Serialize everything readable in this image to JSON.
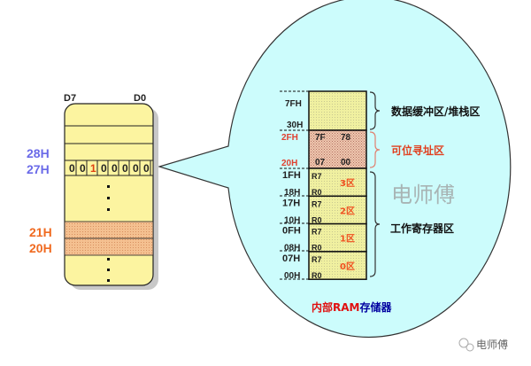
{
  "left_box": {
    "bit_high": "D7",
    "bit_low": "D0",
    "addr_28": "28H",
    "addr_27": "27H",
    "addr_21": "21H",
    "addr_20": "20H",
    "bits": [
      "0",
      "0",
      "1",
      "0",
      "0",
      "0",
      "0",
      "0"
    ],
    "dots": "⋮"
  },
  "ram": {
    "title_part1": "内部",
    "title_part2": "RAM",
    "title_part3": "存储器",
    "regions": {
      "buffer": {
        "top": "7FH",
        "bottom": "30H",
        "label": "数据缓冲区/堆栈区"
      },
      "bit": {
        "top": "2FH",
        "bottom": "20H",
        "label": "可位寻址区",
        "tl": "7F",
        "tr": "78",
        "bl": "07",
        "br": "00"
      },
      "work": {
        "label": "工作寄存器区"
      }
    },
    "banks": [
      {
        "top": "1FH",
        "bottom": "18H",
        "r_hi": "R7",
        "r_lo": "R0",
        "name": "3区"
      },
      {
        "top": "17H",
        "bottom": "10H",
        "r_hi": "R7",
        "r_lo": "R0",
        "name": "2区"
      },
      {
        "top": "0FH",
        "bottom": "08H",
        "r_hi": "R7",
        "r_lo": "R0",
        "name": "1区"
      },
      {
        "top": "07H",
        "bottom": "00H",
        "r_hi": "R7",
        "r_lo": "R0",
        "name": "0区"
      }
    ]
  },
  "watermark": "电师傅",
  "brand": "电师傅",
  "colors": {
    "cell": "#f8f0a0",
    "bubble": "#ccfcfc",
    "accent": "#f05020",
    "addr_blue": "#6a6ae8",
    "title_blue": "#0000a0"
  }
}
